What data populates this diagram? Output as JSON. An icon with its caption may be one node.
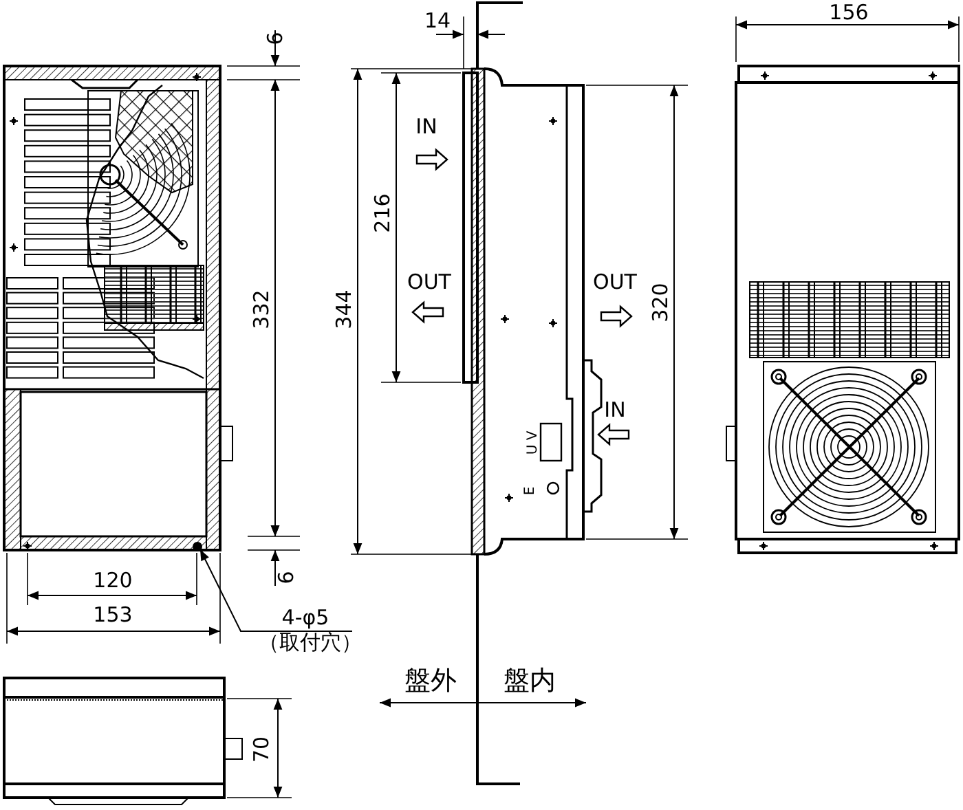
{
  "diagram": {
    "nodes": [
      {
        "text": [
          "4-φ5",
          "（取付穴）"
        ]
      },
      {
        "text": [],
        "shape": "circle"
      }
    ],
    "edges": [
      {
        "from": 0,
        "to": 1,
        "arrow": "to"
      }
    ],
    "labels": [
      "6",
      "332",
      "6",
      "120",
      "153",
      "14",
      "344",
      "216",
      "IN",
      "OUT",
      "U V",
      "E",
      "OUT",
      "IN",
      "320",
      "156",
      "盤外",
      "盤内",
      "70"
    ]
  }
}
